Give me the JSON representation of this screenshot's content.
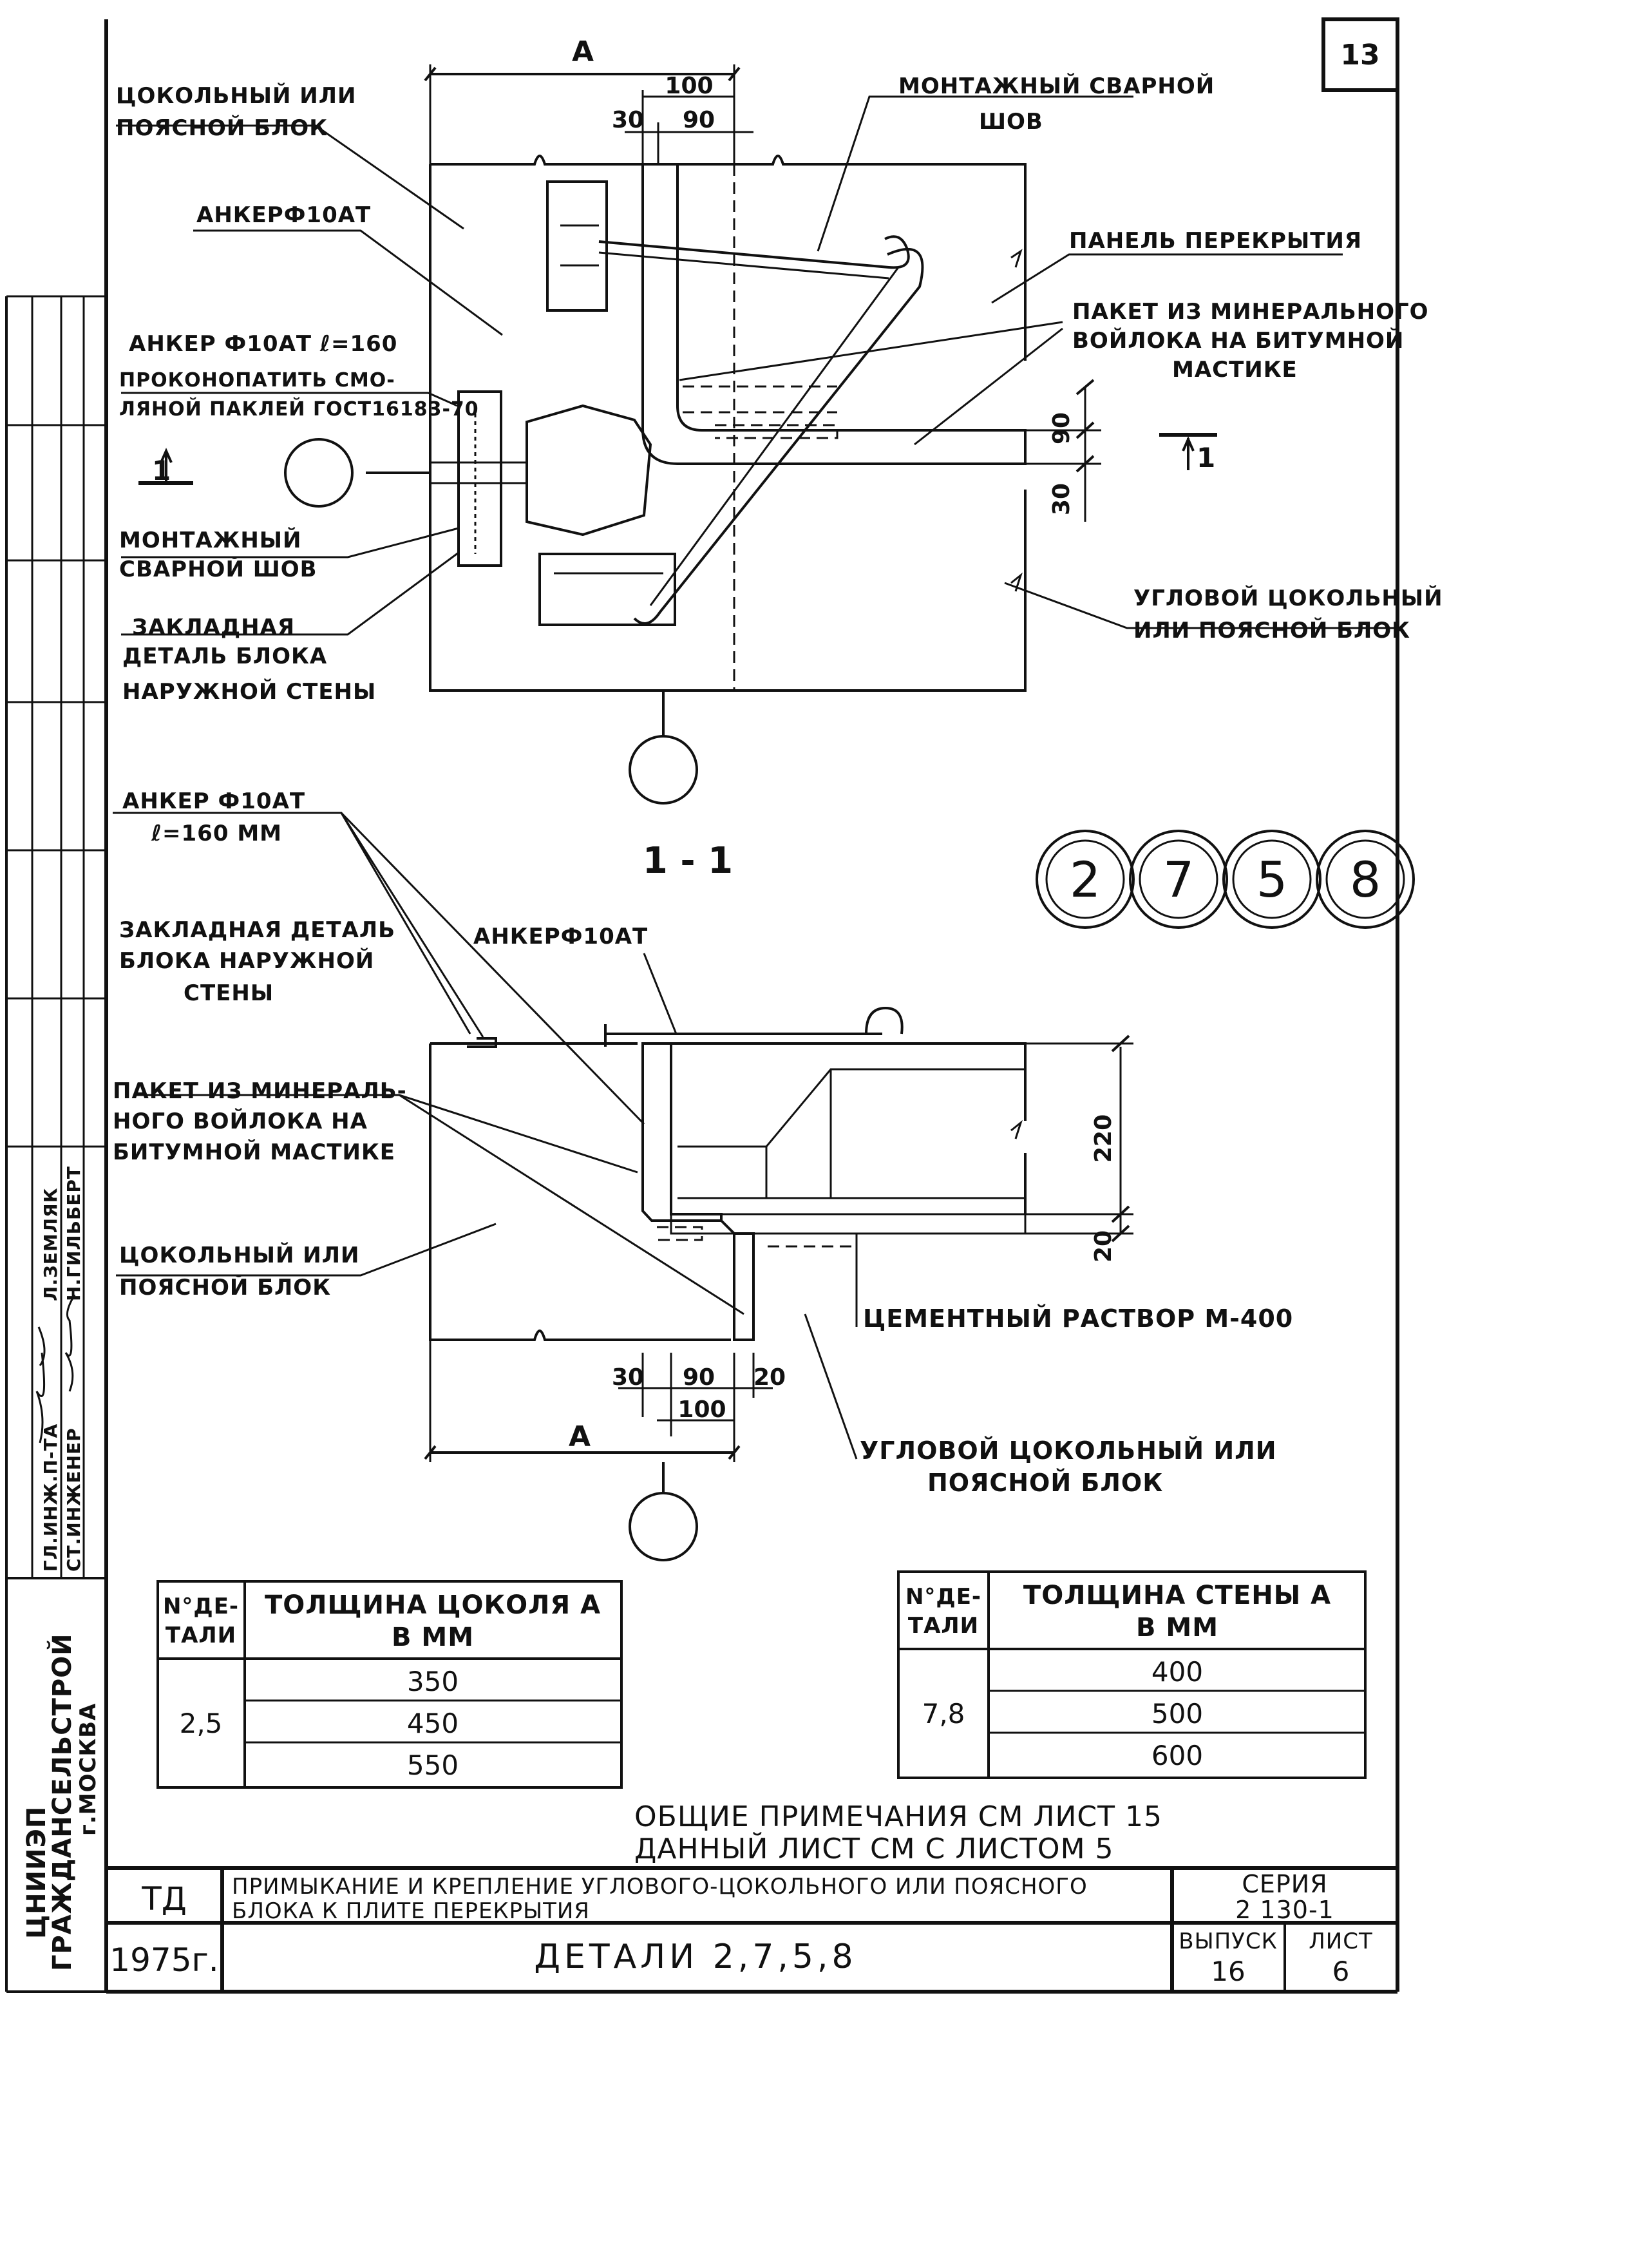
{
  "sheet_number": "13",
  "plan": {
    "dim_A": "A",
    "dim_100": "100",
    "dim_30": "30",
    "dim_90": "90",
    "dim_90v": "90",
    "dim_30v": "30",
    "callout_left": "1",
    "callout_right": "1",
    "labels": {
      "plinth_block": [
        "ЦОКОЛЬНЫЙ ИЛИ",
        "ПОЯСНОЙ БЛОК"
      ],
      "anchor_top": "АНКЕРФ10АТ",
      "anchor_l160": "АНКЕР Ф10АТ ℓ=160",
      "caulk": [
        "ПРОКОНОПАТИТЬ СМО-",
        "ЛЯНОЙ ПАКЛЕЙ ГОСТ16183-70"
      ],
      "weld_left": [
        "МОНТАЖНЫЙ",
        "СВАРНОЙ ШОВ"
      ],
      "embedded": [
        "ЗАКЛАДНАЯ",
        "ДЕТАЛЬ БЛОКА",
        "НАРУЖНОЙ СТЕНЫ"
      ],
      "weld_top": [
        "МОНТАЖНЫЙ СВАРНОЙ",
        "ШОВ"
      ],
      "slab": "ПАНЕЛЬ ПЕРЕКРЫТИЯ",
      "felt": [
        "ПАКЕТ ИЗ МИНЕРАЛЬНОГО",
        "ВОЙЛОКА НА БИТУМНОЙ",
        "МАСТИКЕ"
      ],
      "corner_block": [
        "УГЛОВОЙ ЦОКОЛЬНЫЙ",
        "ИЛИ ПОЯСНОЙ БЛОК"
      ]
    }
  },
  "section": {
    "title": "1 - 1",
    "details": [
      "2",
      "7",
      "5",
      "8"
    ],
    "dim_220": "220",
    "dim_20v": "20",
    "dim_30": "30",
    "dim_90": "90",
    "dim_20": "20",
    "dim_100": "100",
    "dim_A": "A",
    "labels": {
      "anchor": [
        "АНКЕР Ф10АТ",
        "ℓ=160 ММ"
      ],
      "embedded": [
        "ЗАКЛАДНАЯ ДЕТАЛЬ",
        "БЛОКА НАРУЖНОЙ",
        "СТЕНЫ"
      ],
      "anchor2": "АНКЕРФ10АТ",
      "felt": [
        "ПАКЕТ ИЗ МИНЕРАЛЬ-",
        "НОГО ВОЙЛОКА НА",
        "БИТУМНОЙ МАСТИКЕ"
      ],
      "plinth_block": [
        "ЦОКОЛЬНЫЙ ИЛИ",
        "ПОЯСНОЙ БЛОК"
      ],
      "mortar": "ЦЕМЕНТНЫЙ РАСТВОР М-400",
      "corner_block": [
        "УГЛОВОЙ ЦОКОЛЬНЫЙ ИЛИ",
        "ПОЯСНОЙ БЛОК"
      ]
    }
  },
  "table_left": {
    "col1_header": [
      "N°ДЕ-",
      "ТАЛИ"
    ],
    "col2_header": [
      "ТОЛЩИНА ЦОКОЛЯ A",
      "В ММ"
    ],
    "detail": "2,5",
    "values": [
      "350",
      "450",
      "550"
    ]
  },
  "table_right": {
    "col1_header": [
      "N°ДЕ-",
      "ТАЛИ"
    ],
    "col2_header": [
      "ТОЛЩИНА СТЕНЫ A",
      "В ММ"
    ],
    "detail": "7,8",
    "values": [
      "400",
      "500",
      "600"
    ]
  },
  "notes": [
    "ОБЩИЕ ПРИМЕЧАНИЯ СМ ЛИСТ 15",
    "ДАННЫЙ ЛИСТ СМ С ЛИСТОМ 5"
  ],
  "title_block": {
    "code": "ТД",
    "title_line1": "ПРИМЫКАНИЕ И КРЕПЛЕНИЕ УГЛОВОГО-ЦОКОЛЬНОГО ИЛИ ПОЯСНОГО",
    "title_line2": "БЛОКА К ПЛИТЕ ПЕРЕКРЫТИЯ",
    "series_label": "СЕРИЯ",
    "series_value": "2 130-1",
    "year": "1975г.",
    "details_title": "ДЕТАЛИ 2,7,5,8",
    "issue_label": "ВЫПУСК",
    "issue_value": "16",
    "sheet_label": "ЛИСТ",
    "sheet_value": "6"
  },
  "side_stamp": {
    "org": [
      "ЦНИИЭП",
      "ГРАЖДАНСЕЛЬСТРОЙ",
      "г.МОСКВА"
    ],
    "roles": [
      "ГЛ.ИНЖ.П-ТА",
      "СТ.ИНЖЕНЕР"
    ],
    "names": [
      "Л.ЗЕМЛЯК",
      "Н.ГИЛЬБЕРТ"
    ]
  }
}
